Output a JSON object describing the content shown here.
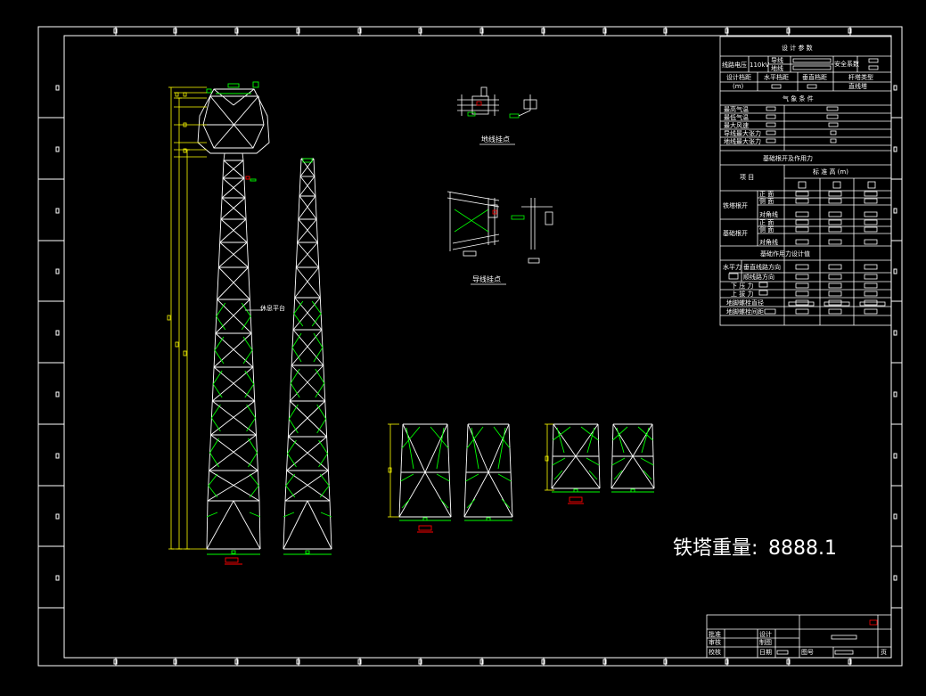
{
  "colors": {
    "background": "#000000",
    "line": "#ffffff",
    "bracing": "#00ff00",
    "dimension": "#ffff00",
    "marker": "#ff0000"
  },
  "params_table": {
    "title": "设 计 参 数",
    "row_voltage_label": "线路电压",
    "voltage_value": "110kV",
    "conductor_label": "导线",
    "ground_wire_label": "地线",
    "safety_factor_label": "安全系数",
    "design_span_label": "设计档距",
    "horizontal_span_label": "水平档距",
    "vertical_span_label": "垂直档距",
    "tower_type_label": "杆塔类型",
    "unit_m": "(m)",
    "tower_type_value": "直线塔"
  },
  "weather_table": {
    "title": "气 象 条 件",
    "rows": [
      "最高气温",
      "最低气温",
      "最大风速",
      "导线最大张力",
      "地线最大张力"
    ]
  },
  "foundation_table": {
    "title": "基础根开及作用力",
    "item_label": "项 目",
    "height_label": "标 准 高 (m)",
    "group1_label": "铁塔根开",
    "group2_label": "基础根开",
    "sub_rows": [
      "正 面",
      "侧 面",
      "对角线"
    ]
  },
  "force_table": {
    "title": "基础作用力设计值",
    "horizontal_label": "水平力",
    "rows": [
      "垂直线路方向",
      "顺线路方向",
      "下 压 力",
      "上 拔 力",
      "地脚螺栓直径",
      "地脚螺栓间距"
    ]
  },
  "detail_labels": {
    "ground_wire_detail": "地线挂点",
    "conductor_detail": "导线挂点",
    "rest_platform": "休息平台"
  },
  "weight": {
    "label": "铁塔重量:",
    "value": "8888.1"
  },
  "title_block": {
    "row_labels": [
      "批准",
      "审核",
      "校核"
    ],
    "row_labels2": [
      "设计",
      "制图",
      "日期"
    ],
    "sheet_label": "图号",
    "page_label": "页"
  }
}
